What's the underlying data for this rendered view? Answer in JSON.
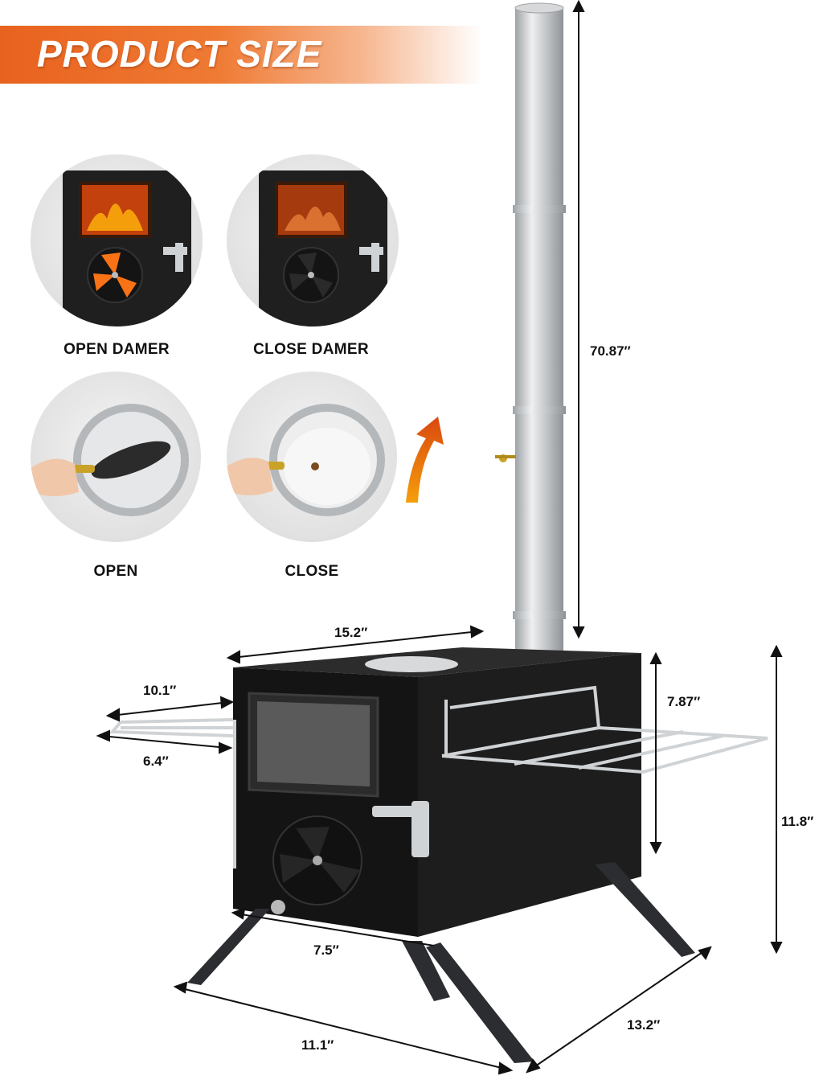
{
  "banner": {
    "title": "PRODUCT SIZE",
    "color": "#e8621f"
  },
  "details": [
    {
      "caption": "OPEN DAMER"
    },
    {
      "caption": "CLOSE DAMER"
    },
    {
      "caption": "OPEN"
    },
    {
      "caption": "CLOSE"
    }
  ],
  "dimensions": {
    "chimney_height": "70.87″",
    "top_width": "15.2″",
    "left_rack_outer": "10.1″",
    "left_rack_inner": "6.4″",
    "right_rack_height": "7.87″",
    "body_height": "11.8″",
    "front_leg_span": "7.5″",
    "base_width": "11.1″",
    "base_depth": "13.2″"
  },
  "colors": {
    "stove": "#1b1b1b",
    "steel": "#c9cbcd",
    "flame": "#e05a14"
  }
}
